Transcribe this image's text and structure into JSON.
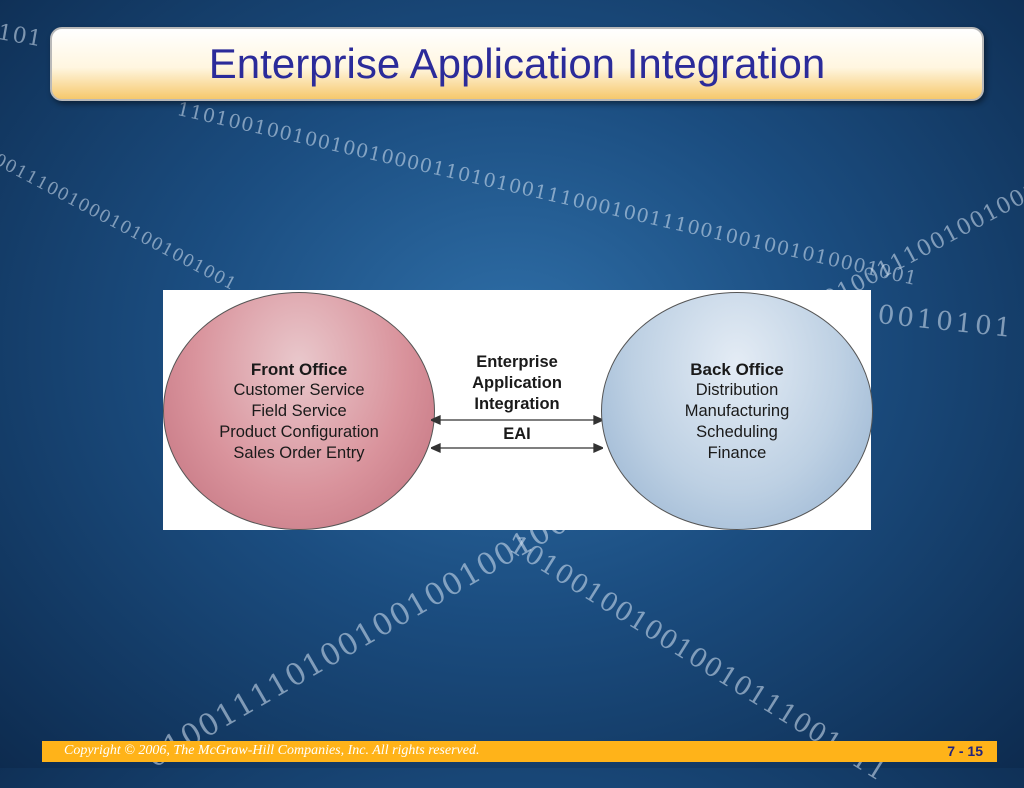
{
  "background": {
    "binary_strings": [
      "1101001001001001000011010100111000100111001001001010001001",
      "00111001000101001001001",
      "0100111001001001",
      "10010101",
      "0100111101001001001001001",
      "1010010010010010111001011",
      "101"
    ]
  },
  "title": "Enterprise Application Integration",
  "diagram": {
    "front_office": {
      "heading": "Front Office",
      "items": [
        "Customer Service",
        "Field Service",
        "Product Configuration",
        "Sales Order Entry"
      ]
    },
    "middle": {
      "lines": [
        "Enterprise",
        "Application",
        "Integration"
      ],
      "eai": "EAI"
    },
    "back_office": {
      "heading": "Back Office",
      "items": [
        "Distribution",
        "Manufacturing",
        "Scheduling",
        "Finance"
      ]
    }
  },
  "footer": {
    "copyright": "Copyright © 2006, The McGraw-Hill Companies, Inc. All rights reserved.",
    "page": "7 - 15"
  },
  "colors": {
    "title_text": "#2b2b9a",
    "footer_bar": "#ffb319",
    "front_office_fill": "#d9939c",
    "back_office_fill": "#bdd0e3"
  }
}
